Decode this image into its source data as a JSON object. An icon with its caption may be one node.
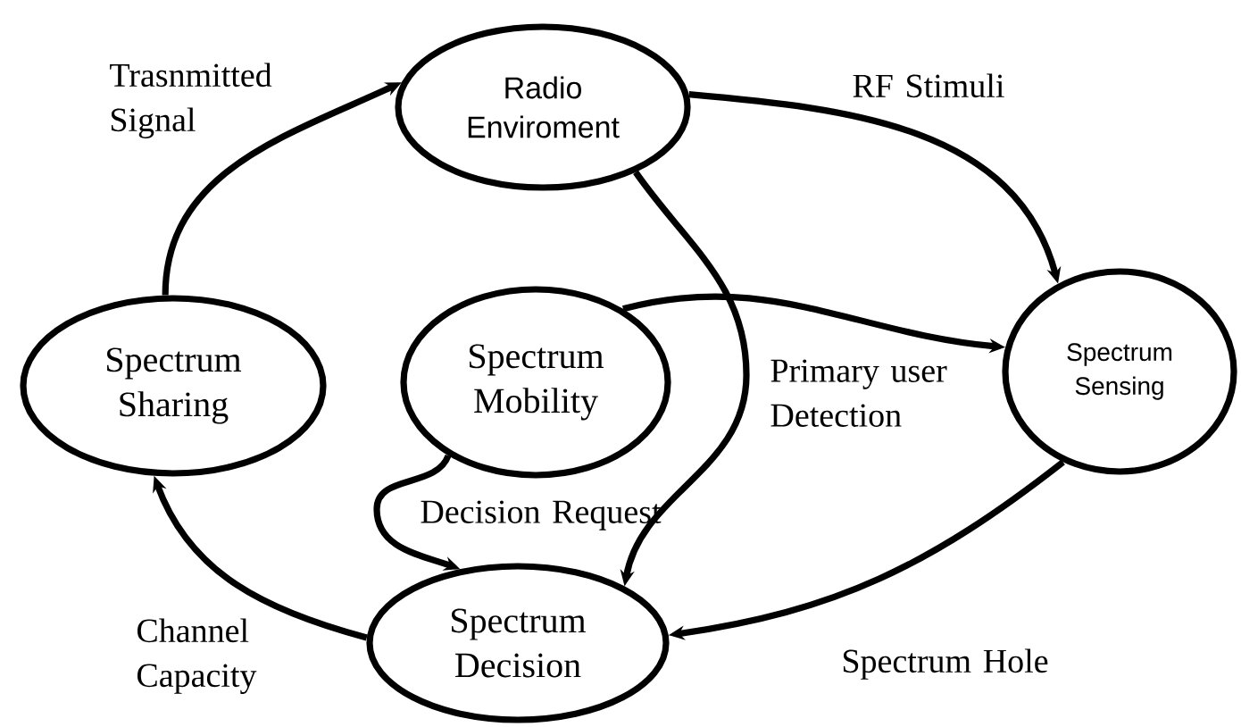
{
  "diagram": {
    "nodes": [
      {
        "text": [
          "Radio Enviroment"
        ]
      },
      {
        "text": [
          "Spectrum Sharing"
        ]
      },
      {
        "text": [
          "Spectrum Mobility"
        ]
      },
      {
        "text": [
          "Spectrum Sensing"
        ]
      },
      {
        "text": [
          "Spectrum Decision"
        ]
      }
    ],
    "edges": [
      {
        "from": 1,
        "to": 0,
        "arrow": "to",
        "label": "Trasnmitted Signal"
      },
      {
        "from": 0,
        "to": 3,
        "arrow": "to",
        "label": "RF Stimuli"
      },
      {
        "from": 0,
        "to": 4,
        "arrow": "to"
      },
      {
        "from": 2,
        "to": 3,
        "arrow": "to",
        "label": "Primary user Detection"
      },
      {
        "from": 2,
        "to": 4,
        "arrow": "to",
        "label": "Decision Request"
      },
      {
        "from": 3,
        "to": 4,
        "arrow": "to",
        "label": "Spectrum Hole"
      },
      {
        "from": 4,
        "to": 1,
        "arrow": "to",
        "label": "Channel Capacity"
      }
    ]
  }
}
